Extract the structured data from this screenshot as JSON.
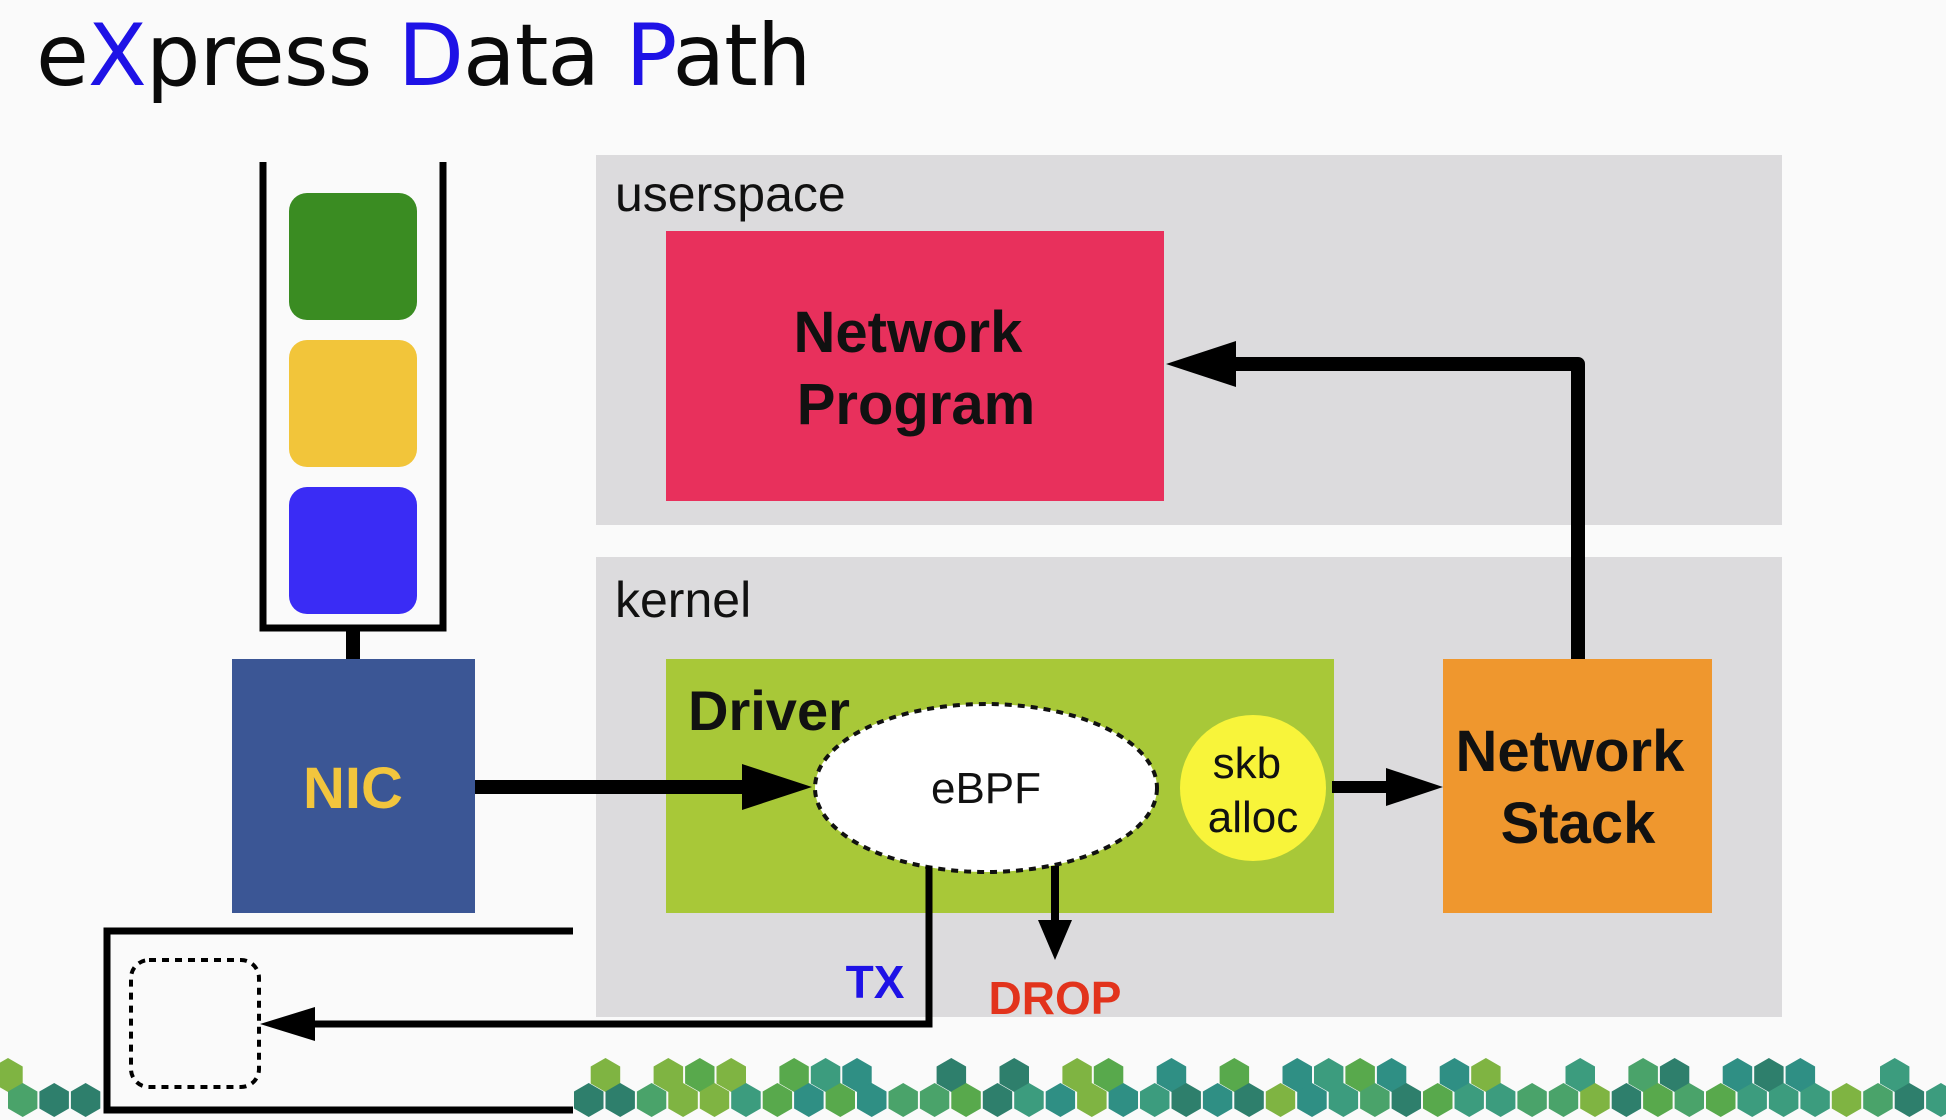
{
  "title": {
    "parts": [
      {
        "text": "e",
        "highlight": false
      },
      {
        "text": "X",
        "highlight": true
      },
      {
        "text": "press ",
        "highlight": false
      },
      {
        "text": "D",
        "highlight": true
      },
      {
        "text": "ata ",
        "highlight": false
      },
      {
        "text": "P",
        "highlight": true
      },
      {
        "text": "ath",
        "highlight": false
      }
    ]
  },
  "colors": {
    "highlight": "#1e12e6",
    "region_bg": "#dcdbdd",
    "network_program": "#e8305c",
    "driver": "#a8c838",
    "network_stack": "#ef972e",
    "nic": "#3b5695",
    "nic_label": "#f2c53d",
    "skb": "#f8f43a",
    "queue_packets": [
      "#3a8c22",
      "#f2c53a",
      "#3a2cf5"
    ],
    "tx_label": "#1e12e6",
    "drop_label": "#e2331c"
  },
  "regions": {
    "userspace": "userspace",
    "kernel": "kernel"
  },
  "boxes": {
    "network_program": [
      "Network",
      "Program"
    ],
    "driver": "Driver",
    "ebpf": "eBPF",
    "skb_alloc": [
      "skb",
      "alloc"
    ],
    "network_stack": [
      "Network",
      "Stack"
    ],
    "nic": "NIC"
  },
  "labels": {
    "tx": "TX",
    "drop": "DROP"
  },
  "decoration": "hexagon-pattern-footer"
}
